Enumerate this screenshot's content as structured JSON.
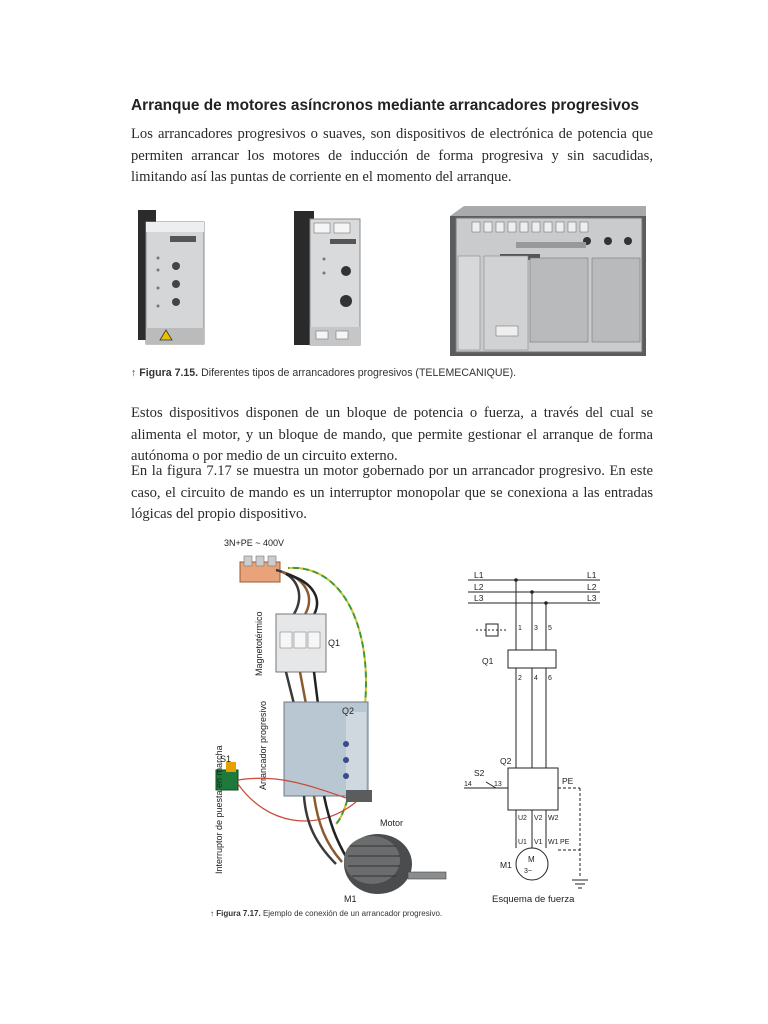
{
  "heading": "Arranque de motores asíncronos mediante arrancadores progresivos",
  "paragraph1": "Los arrancadores progresivos o suaves, son dispositivos de electrónica de potencia que permiten arrancar los motores de inducción de forma progresiva y sin sacudidas, limitando así las puntas de corriente en el momento del arranque.",
  "figure715": {
    "label": "Figura 7.15.",
    "text": "Diferentes tipos de arrancadores progresivos (TELEMECANIQUE)."
  },
  "paragraph2": "Estos dispositivos disponen de un bloque de potencia o fuerza, a través del cual se alimenta el motor, y un bloque de mando, que permite gestionar el arranque de forma autónoma o por medio de un circuito externo.",
  "paragraph3": "En la figura 7.17 se muestra un motor gobernado por un arrancador progresivo. En este caso, el circuito de mando es un interruptor monopolar que se conexiona a las entradas lógicas del propio dispositivo.",
  "figure717": {
    "label": "Figura 7.17.",
    "text": "Ejemplo de conexión de un arrancador progresivo.",
    "supply": "3N+PE ~ 400V",
    "magneto": "Magnetotérmico",
    "arrancador": "Arrancador progresivo",
    "interruptor": "Interruptor de puesta en marcha",
    "q1": "Q1",
    "q2": "Q2",
    "s1": "S1",
    "motor": "Motor",
    "m1": "M1",
    "schematic": {
      "L1": "L1",
      "L2": "L2",
      "L3": "L3",
      "q1": "Q1",
      "q2": "Q2",
      "s2": "S2",
      "pe": "PE",
      "m1": "M1",
      "t1": "1",
      "t3": "3",
      "t5": "5",
      "t2": "2",
      "t4": "4",
      "t6": "6",
      "t14": "14",
      "t13": "13",
      "u2": "U2",
      "v2": "V2",
      "w2": "W2",
      "u1": "U1",
      "v1": "V1",
      "w1": "W1",
      "motor_sym": "M",
      "motor_sym2": "3~",
      "caption": "Esquema de fuerza"
    }
  }
}
